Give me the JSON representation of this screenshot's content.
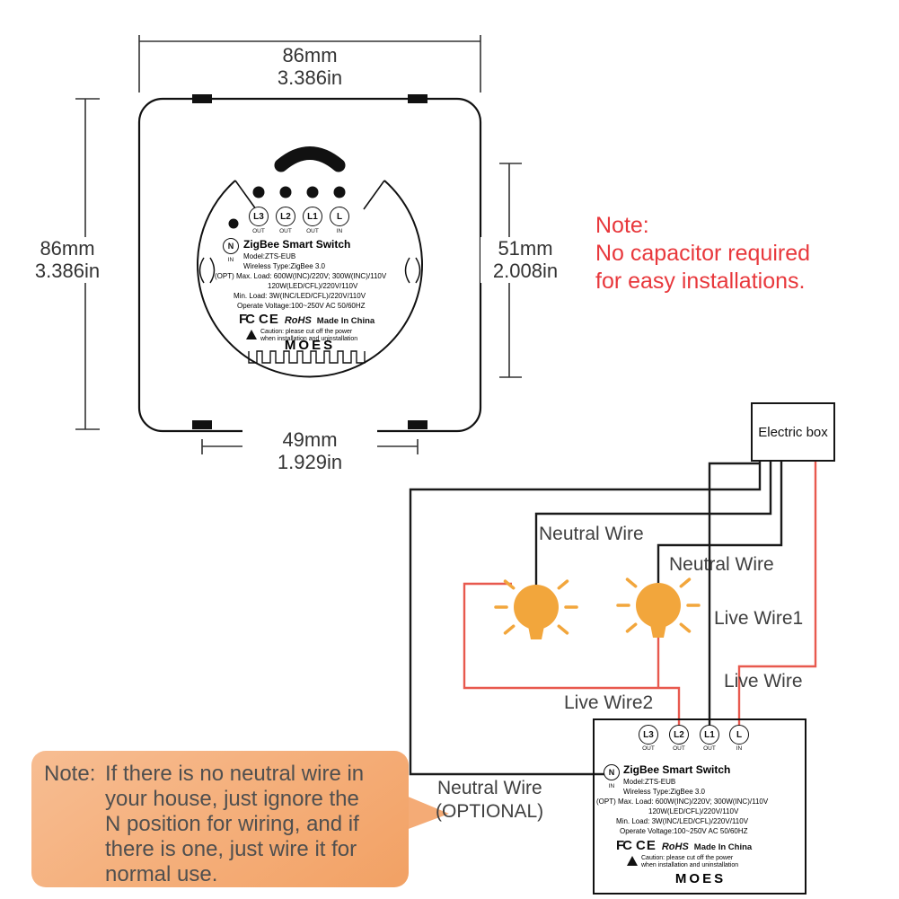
{
  "dimensions": {
    "top": {
      "mm": "86mm",
      "inch": "3.386in"
    },
    "left": {
      "mm": "86mm",
      "inch": "3.386in"
    },
    "right": {
      "mm": "51mm",
      "inch": "2.008in"
    },
    "bottom": {
      "mm": "49mm",
      "inch": "1.929in"
    }
  },
  "switch_label": {
    "terminals": [
      {
        "name": "L3",
        "dir": "OUT"
      },
      {
        "name": "L2",
        "dir": "OUT"
      },
      {
        "name": "L1",
        "dir": "OUT"
      },
      {
        "name": "L",
        "dir": "IN"
      }
    ],
    "neutral": {
      "name": "N",
      "dir": "IN"
    },
    "title": "ZigBee Smart Switch",
    "model": "Model:ZTS-EUB",
    "wireless": "Wireless Type:ZigBee 3.0",
    "load_opt": "(OPT) Max. Load: 600W(INC)/220V; 300W(INC)/110V",
    "load_2": "120W(LED/CFL)/220V/110V",
    "load_min": "Min. Load: 3W(INC/LED/CFL)/220V/110V",
    "voltage": "Operate Voltage:100~250V AC 50/60HZ",
    "cert_fcc": "FC",
    "cert_ce": "CE",
    "cert_rohs": "RoHS",
    "made_in": "Made In China",
    "caution_1": "Caution: please cut off the power",
    "caution_2": "when installation and uninstallation",
    "brand": "MOES"
  },
  "note_red": {
    "title": "Note:",
    "line1": "No capacitor required",
    "line2": "for easy installations."
  },
  "note_orange": {
    "label": "Note:",
    "lines": [
      "If there is no neutral wire in",
      "your house, just ignore the",
      "N position for wiring, and if",
      "there is one, just wire it for",
      "normal use."
    ]
  },
  "wiring": {
    "electric_box": "Electric box",
    "neutral_wire_1": "Neutral Wire",
    "neutral_wire_2": "Neutral Wire",
    "live_wire_1": "Live Wire1",
    "live_wire": "Live Wire",
    "live_wire_2": "Live Wire2",
    "neutral_optional_1": "Neutral Wire",
    "neutral_optional_2": "(OPTIONAL)"
  },
  "colors": {
    "note_red_text": "#e8383c",
    "live_wire": "#e8594e",
    "neutral_wire": "#1a1a1a",
    "bulb": "#f2a63c",
    "note_orange_bg": "#f2a164"
  }
}
